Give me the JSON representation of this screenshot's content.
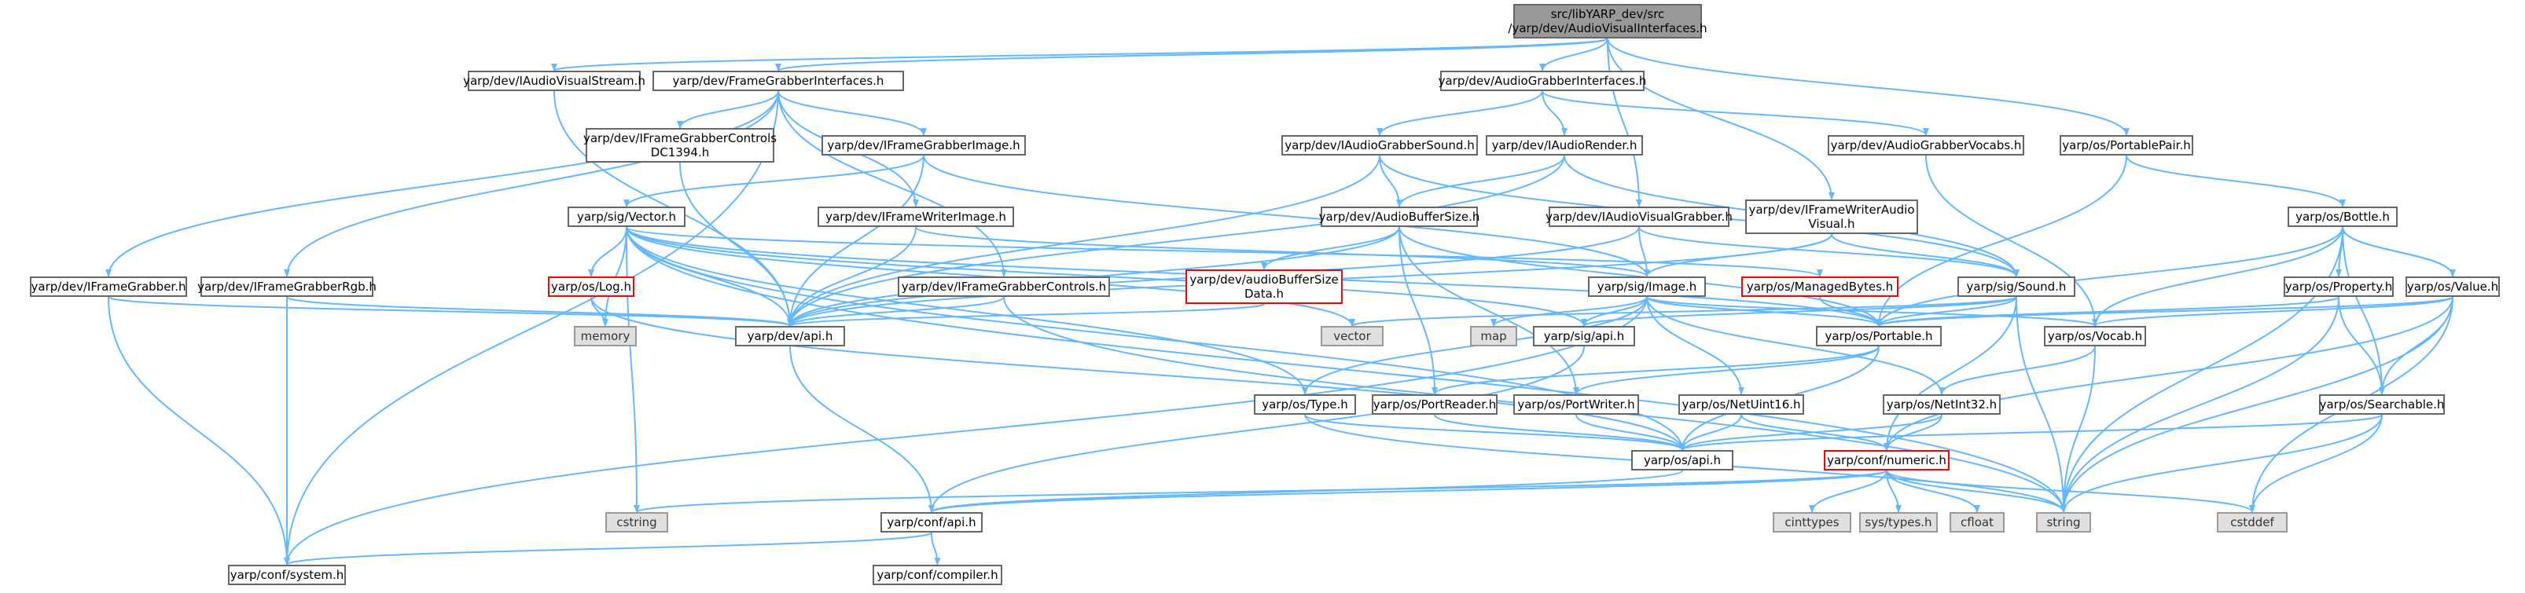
{
  "colors": {
    "edge": "#63b8ff",
    "node_border": "#666666",
    "missing_header_border": "#ff0000",
    "external_fill": "#e0e0e0",
    "root_fill": "#999999"
  },
  "graph": {
    "nodes": [
      {
        "id": "root",
        "lines": [
          "src/libYARP_dev/src",
          "/yarp/dev/AudioVisualInterfaces.h"
        ],
        "kind": "root"
      },
      {
        "id": "IAudioVisualStream",
        "lines": [
          "yarp/dev/IAudioVisualStream.h"
        ],
        "kind": "normal"
      },
      {
        "id": "FrameGrabberInterfaces",
        "lines": [
          "yarp/dev/FrameGrabberInterfaces.h"
        ],
        "kind": "normal"
      },
      {
        "id": "AudioGrabberInterfaces",
        "lines": [
          "yarp/dev/AudioGrabberInterfaces.h"
        ],
        "kind": "normal"
      },
      {
        "id": "PortablePair",
        "lines": [
          "yarp/os/PortablePair.h"
        ],
        "kind": "normal"
      },
      {
        "id": "IFrameGrabberControlsDC1394",
        "lines": [
          "yarp/dev/IFrameGrabberControls",
          "DC1394.h"
        ],
        "kind": "normal"
      },
      {
        "id": "IFrameGrabberImage",
        "lines": [
          "yarp/dev/IFrameGrabberImage.h"
        ],
        "kind": "normal"
      },
      {
        "id": "IAudioGrabberSound",
        "lines": [
          "yarp/dev/IAudioGrabberSound.h"
        ],
        "kind": "normal"
      },
      {
        "id": "IAudioRender",
        "lines": [
          "yarp/dev/IAudioRender.h"
        ],
        "kind": "normal"
      },
      {
        "id": "AudioGrabberVocabs",
        "lines": [
          "yarp/dev/AudioGrabberVocabs.h"
        ],
        "kind": "normal"
      },
      {
        "id": "Vector",
        "lines": [
          "yarp/sig/Vector.h"
        ],
        "kind": "normal"
      },
      {
        "id": "IFrameWriterImage",
        "lines": [
          "yarp/dev/IFrameWriterImage.h"
        ],
        "kind": "normal"
      },
      {
        "id": "AudioBufferSize",
        "lines": [
          "yarp/dev/AudioBufferSize.h"
        ],
        "kind": "normal"
      },
      {
        "id": "IAudioVisualGrabber",
        "lines": [
          "yarp/dev/IAudioVisualGrabber.h"
        ],
        "kind": "normal"
      },
      {
        "id": "IFrameWriterAudioVisual",
        "lines": [
          "yarp/dev/IFrameWriterAudio",
          "Visual.h"
        ],
        "kind": "normal"
      },
      {
        "id": "Bottle",
        "lines": [
          "yarp/os/Bottle.h"
        ],
        "kind": "normal"
      },
      {
        "id": "IFrameGrabber",
        "lines": [
          "yarp/dev/IFrameGrabber.h"
        ],
        "kind": "normal"
      },
      {
        "id": "IFrameGrabberRgb",
        "lines": [
          "yarp/dev/IFrameGrabberRgb.h"
        ],
        "kind": "normal"
      },
      {
        "id": "Log",
        "lines": [
          "yarp/os/Log.h"
        ],
        "kind": "red"
      },
      {
        "id": "IFrameGrabberControls",
        "lines": [
          "yarp/dev/IFrameGrabberControls.h"
        ],
        "kind": "normal"
      },
      {
        "id": "audioBufferSizeData",
        "lines": [
          "yarp/dev/audioBufferSize",
          "Data.h"
        ],
        "kind": "red"
      },
      {
        "id": "Image",
        "lines": [
          "yarp/sig/Image.h"
        ],
        "kind": "normal"
      },
      {
        "id": "ManagedBytes",
        "lines": [
          "yarp/os/ManagedBytes.h"
        ],
        "kind": "red"
      },
      {
        "id": "Sound",
        "lines": [
          "yarp/sig/Sound.h"
        ],
        "kind": "normal"
      },
      {
        "id": "Property",
        "lines": [
          "yarp/os/Property.h"
        ],
        "kind": "normal"
      },
      {
        "id": "Value",
        "lines": [
          "yarp/os/Value.h"
        ],
        "kind": "normal"
      },
      {
        "id": "memory",
        "lines": [
          "memory"
        ],
        "kind": "ext"
      },
      {
        "id": "devapi",
        "lines": [
          "yarp/dev/api.h"
        ],
        "kind": "normal"
      },
      {
        "id": "vector",
        "lines": [
          "vector"
        ],
        "kind": "ext"
      },
      {
        "id": "map",
        "lines": [
          "map"
        ],
        "kind": "ext"
      },
      {
        "id": "sigapi",
        "lines": [
          "yarp/sig/api.h"
        ],
        "kind": "normal"
      },
      {
        "id": "Portable",
        "lines": [
          "yarp/os/Portable.h"
        ],
        "kind": "normal"
      },
      {
        "id": "Vocab",
        "lines": [
          "yarp/os/Vocab.h"
        ],
        "kind": "normal"
      },
      {
        "id": "Type",
        "lines": [
          "yarp/os/Type.h"
        ],
        "kind": "normal"
      },
      {
        "id": "PortReader",
        "lines": [
          "yarp/os/PortReader.h"
        ],
        "kind": "normal"
      },
      {
        "id": "PortWriter",
        "lines": [
          "yarp/os/PortWriter.h"
        ],
        "kind": "normal"
      },
      {
        "id": "NetUint16",
        "lines": [
          "yarp/os/NetUint16.h"
        ],
        "kind": "normal"
      },
      {
        "id": "NetInt32",
        "lines": [
          "yarp/os/NetInt32.h"
        ],
        "kind": "normal"
      },
      {
        "id": "Searchable",
        "lines": [
          "yarp/os/Searchable.h"
        ],
        "kind": "normal"
      },
      {
        "id": "osapi",
        "lines": [
          "yarp/os/api.h"
        ],
        "kind": "normal"
      },
      {
        "id": "numeric",
        "lines": [
          "yarp/conf/numeric.h"
        ],
        "kind": "red"
      },
      {
        "id": "cstring",
        "lines": [
          "cstring"
        ],
        "kind": "ext"
      },
      {
        "id": "confapi",
        "lines": [
          "yarp/conf/api.h"
        ],
        "kind": "normal"
      },
      {
        "id": "cinttypes",
        "lines": [
          "cinttypes"
        ],
        "kind": "ext"
      },
      {
        "id": "systypes",
        "lines": [
          "sys/types.h"
        ],
        "kind": "ext"
      },
      {
        "id": "cfloat",
        "lines": [
          "cfloat"
        ],
        "kind": "ext"
      },
      {
        "id": "string",
        "lines": [
          "string"
        ],
        "kind": "ext"
      },
      {
        "id": "cstddef",
        "lines": [
          "cstddef"
        ],
        "kind": "ext"
      },
      {
        "id": "system",
        "lines": [
          "yarp/conf/system.h"
        ],
        "kind": "normal"
      },
      {
        "id": "compiler",
        "lines": [
          "yarp/conf/compiler.h"
        ],
        "kind": "normal"
      }
    ],
    "edges": [
      [
        "root",
        "IAudioVisualStream"
      ],
      [
        "root",
        "FrameGrabberInterfaces"
      ],
      [
        "root",
        "AudioGrabberInterfaces"
      ],
      [
        "root",
        "IAudioVisualGrabber"
      ],
      [
        "root",
        "IFrameWriterAudioVisual"
      ],
      [
        "root",
        "PortablePair"
      ],
      [
        "IAudioVisualStream",
        "devapi"
      ],
      [
        "FrameGrabberInterfaces",
        "IFrameGrabber"
      ],
      [
        "FrameGrabberInterfaces",
        "IFrameGrabberRgb"
      ],
      [
        "FrameGrabberInterfaces",
        "IFrameGrabberControlsDC1394"
      ],
      [
        "FrameGrabberInterfaces",
        "IFrameGrabberImage"
      ],
      [
        "FrameGrabberInterfaces",
        "IFrameWriterImage"
      ],
      [
        "FrameGrabberInterfaces",
        "IFrameGrabberControls"
      ],
      [
        "FrameGrabberInterfaces",
        "system"
      ],
      [
        "AudioGrabberInterfaces",
        "IAudioGrabberSound"
      ],
      [
        "AudioGrabberInterfaces",
        "IAudioRender"
      ],
      [
        "AudioGrabberInterfaces",
        "AudioGrabberVocabs"
      ],
      [
        "PortablePair",
        "Portable"
      ],
      [
        "PortablePair",
        "Bottle"
      ],
      [
        "IFrameGrabberControlsDC1394",
        "devapi"
      ],
      [
        "IFrameGrabberImage",
        "Vector"
      ],
      [
        "IFrameGrabberImage",
        "devapi"
      ],
      [
        "IFrameGrabberImage",
        "Image"
      ],
      [
        "IAudioGrabberSound",
        "devapi"
      ],
      [
        "IAudioGrabberSound",
        "AudioBufferSize"
      ],
      [
        "IAudioGrabberSound",
        "Sound"
      ],
      [
        "IAudioRender",
        "devapi"
      ],
      [
        "IAudioRender",
        "AudioBufferSize"
      ],
      [
        "IAudioRender",
        "Sound"
      ],
      [
        "AudioGrabberVocabs",
        "Vocab"
      ],
      [
        "Vector",
        "Log"
      ],
      [
        "Vector",
        "memory"
      ],
      [
        "Vector",
        "devapi"
      ],
      [
        "Vector",
        "vector"
      ],
      [
        "Vector",
        "sigapi"
      ],
      [
        "Vector",
        "Portable"
      ],
      [
        "Vector",
        "ManagedBytes"
      ],
      [
        "Vector",
        "Type"
      ],
      [
        "Vector",
        "osapi"
      ],
      [
        "Vector",
        "cstring"
      ],
      [
        "Vector",
        "string"
      ],
      [
        "IFrameWriterImage",
        "devapi"
      ],
      [
        "IFrameWriterImage",
        "Image"
      ],
      [
        "AudioBufferSize",
        "devapi"
      ],
      [
        "AudioBufferSize",
        "audioBufferSizeData"
      ],
      [
        "AudioBufferSize",
        "Portable"
      ],
      [
        "AudioBufferSize",
        "PortReader"
      ],
      [
        "AudioBufferSize",
        "PortWriter"
      ],
      [
        "IAudioVisualGrabber",
        "devapi"
      ],
      [
        "IAudioVisualGrabber",
        "Image"
      ],
      [
        "IAudioVisualGrabber",
        "Sound"
      ],
      [
        "IFrameWriterAudioVisual",
        "devapi"
      ],
      [
        "IFrameWriterAudioVisual",
        "Image"
      ],
      [
        "IFrameWriterAudioVisual",
        "Sound"
      ],
      [
        "Bottle",
        "Portable"
      ],
      [
        "Bottle",
        "Property"
      ],
      [
        "Bottle",
        "Value"
      ],
      [
        "Bottle",
        "Searchable"
      ],
      [
        "Bottle",
        "Vocab"
      ],
      [
        "Bottle",
        "string"
      ],
      [
        "IFrameGrabber",
        "devapi"
      ],
      [
        "IFrameGrabber",
        "system"
      ],
      [
        "IFrameGrabberRgb",
        "devapi"
      ],
      [
        "IFrameGrabberRgb",
        "system"
      ],
      [
        "Log",
        "memory"
      ],
      [
        "Log",
        "osapi"
      ],
      [
        "IFrameGrabberControls",
        "devapi"
      ],
      [
        "IFrameGrabberControls",
        "string"
      ],
      [
        "audioBufferSizeData",
        "devapi"
      ],
      [
        "Image",
        "map"
      ],
      [
        "Image",
        "sigapi"
      ],
      [
        "Image",
        "Portable"
      ],
      [
        "Image",
        "Vocab"
      ],
      [
        "Image",
        "NetUint16"
      ],
      [
        "Image",
        "NetInt32"
      ],
      [
        "Image",
        "Type"
      ],
      [
        "Image",
        "system"
      ],
      [
        "ManagedBytes",
        "Portable"
      ],
      [
        "Sound",
        "vector"
      ],
      [
        "Sound",
        "sigapi"
      ],
      [
        "Sound",
        "Portable"
      ],
      [
        "Sound",
        "numeric"
      ],
      [
        "Sound",
        "string"
      ],
      [
        "Property",
        "Bottle"
      ],
      [
        "Property",
        "Portable"
      ],
      [
        "Property",
        "Searchable"
      ],
      [
        "Property",
        "string"
      ],
      [
        "Value",
        "Bottle"
      ],
      [
        "Value",
        "Portable"
      ],
      [
        "Value",
        "Searchable"
      ],
      [
        "Value",
        "Vocab"
      ],
      [
        "Value",
        "numeric"
      ],
      [
        "Value",
        "string"
      ],
      [
        "Value",
        "cstddef"
      ],
      [
        "devapi",
        "confapi"
      ],
      [
        "sigapi",
        "confapi"
      ],
      [
        "Portable",
        "PortReader"
      ],
      [
        "Portable",
        "PortWriter"
      ],
      [
        "Portable",
        "osapi"
      ],
      [
        "Vocab",
        "NetInt32"
      ],
      [
        "Vocab",
        "string"
      ],
      [
        "Type",
        "osapi"
      ],
      [
        "Type",
        "string"
      ],
      [
        "PortReader",
        "osapi"
      ],
      [
        "PortWriter",
        "osapi"
      ],
      [
        "NetUint16",
        "osapi"
      ],
      [
        "NetUint16",
        "numeric"
      ],
      [
        "NetInt32",
        "osapi"
      ],
      [
        "NetInt32",
        "numeric"
      ],
      [
        "Searchable",
        "osapi"
      ],
      [
        "Searchable",
        "string"
      ],
      [
        "Searchable",
        "cstddef"
      ],
      [
        "osapi",
        "confapi"
      ],
      [
        "numeric",
        "confapi"
      ],
      [
        "numeric",
        "cinttypes"
      ],
      [
        "numeric",
        "systypes"
      ],
      [
        "numeric",
        "cfloat"
      ],
      [
        "numeric",
        "string"
      ],
      [
        "numeric",
        "cstddef"
      ],
      [
        "numeric",
        "cstring"
      ],
      [
        "confapi",
        "system"
      ],
      [
        "confapi",
        "compiler"
      ]
    ]
  }
}
